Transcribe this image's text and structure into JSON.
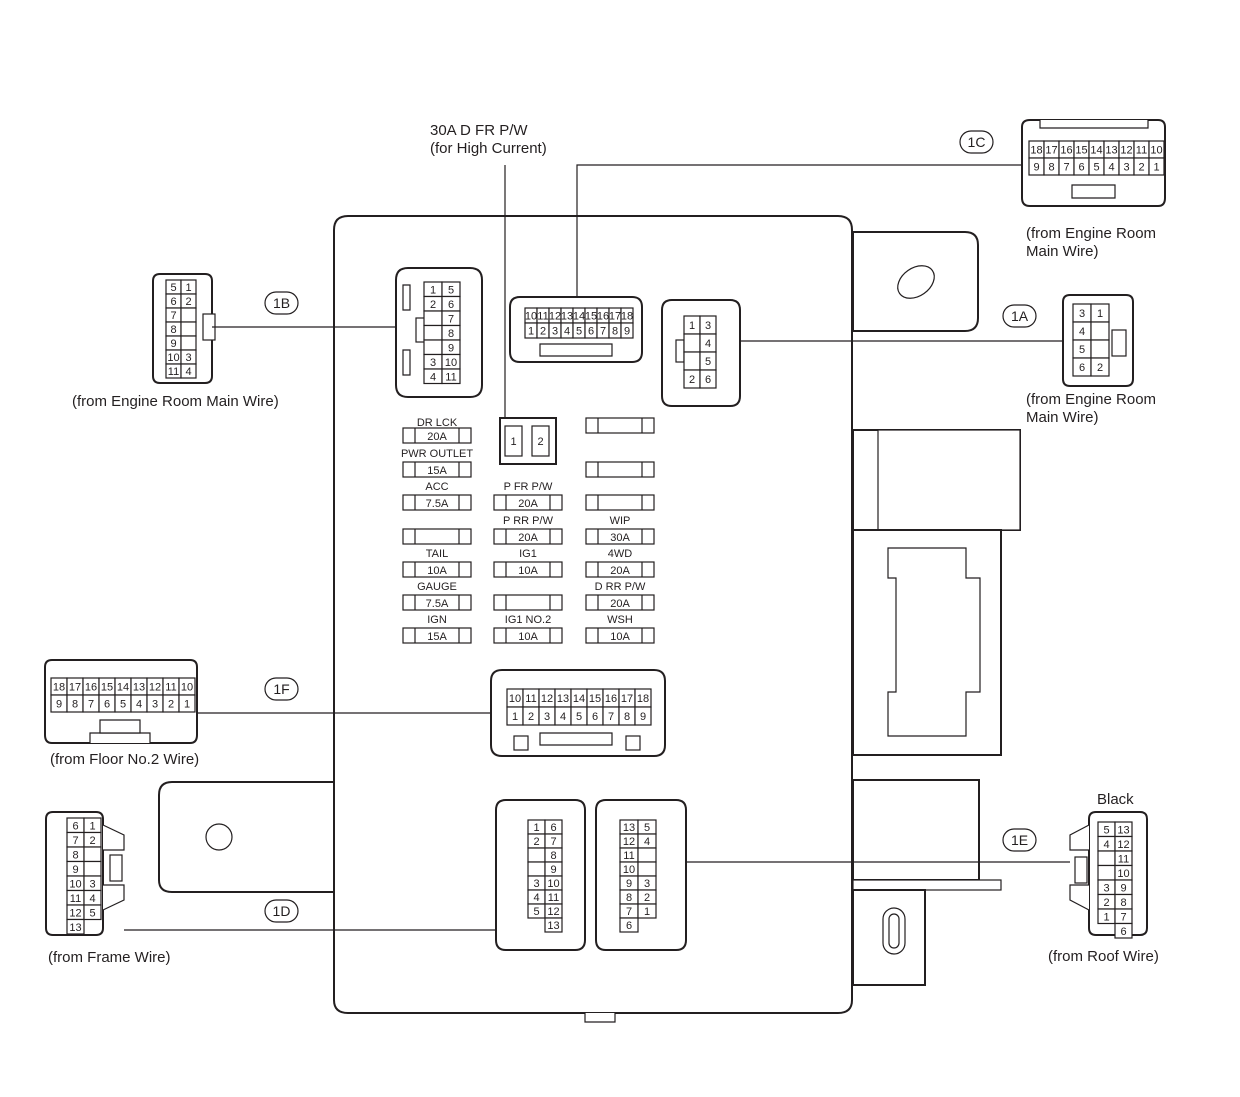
{
  "labels": {
    "relay_name": "30A D FR P/W",
    "relay_note": "(for High Current)",
    "c1c_src_1": "(from Engine Room",
    "c1c_src_2": "Main Wire)",
    "c1a_src_1": "(from Engine Room",
    "c1a_src_2": "Main Wire)",
    "c1b_src": "(from Engine Room Main Wire)",
    "c1f_src": "(from Floor No.2 Wire)",
    "c1d_src": "(from Frame Wire)",
    "c1e_src": "(from Roof Wire)",
    "c1e_color": "Black"
  },
  "connector_ids": {
    "c1a": "1A",
    "c1b": "1B",
    "c1c": "1C",
    "c1d": "1D",
    "c1e": "1E",
    "c1f": "1F"
  },
  "relay_pins": [
    "1",
    "2"
  ],
  "fuses": [
    {
      "name": "DR LCK",
      "amp": "20A"
    },
    {
      "name": "PWR OUTLET",
      "amp": "15A"
    },
    {
      "name": "ACC",
      "amp": "7.5A"
    },
    {
      "name": "",
      "amp": ""
    },
    {
      "name": "TAIL",
      "amp": "10A"
    },
    {
      "name": "GAUGE",
      "amp": "7.5A"
    },
    {
      "name": "IGN",
      "amp": "15A"
    },
    {
      "name": "P FR P/W",
      "amp": "20A"
    },
    {
      "name": "P RR P/W",
      "amp": "20A"
    },
    {
      "name": "IG1",
      "amp": "10A"
    },
    {
      "name": "",
      "amp": ""
    },
    {
      "name": "IG1 NO.2",
      "amp": "10A"
    },
    {
      "name": "",
      "amp": ""
    },
    {
      "name": "",
      "amp": ""
    },
    {
      "name": "",
      "amp": ""
    },
    {
      "name": "WIP",
      "amp": "30A"
    },
    {
      "name": "4WD",
      "amp": "20A"
    },
    {
      "name": "D RR P/W",
      "amp": "20A"
    },
    {
      "name": "WSH",
      "amp": "10A"
    }
  ],
  "pins": {
    "c1c_top": [
      "18",
      "17",
      "16",
      "15",
      "14",
      "13",
      "12",
      "11",
      "10"
    ],
    "c1c_bot": [
      "9",
      "8",
      "7",
      "6",
      "5",
      "4",
      "3",
      "2",
      "1"
    ],
    "box_1c_top": [
      "10",
      "11",
      "12",
      "13",
      "14",
      "15",
      "16",
      "17",
      "18"
    ],
    "box_1c_bot": [
      "1",
      "2",
      "3",
      "4",
      "5",
      "6",
      "7",
      "8",
      "9"
    ],
    "box_1f_top": [
      "10",
      "11",
      "12",
      "13",
      "14",
      "15",
      "16",
      "17",
      "18"
    ],
    "box_1f_bot": [
      "1",
      "2",
      "3",
      "4",
      "5",
      "6",
      "7",
      "8",
      "9"
    ],
    "c1f_top": [
      "18",
      "17",
      "16",
      "15",
      "14",
      "13",
      "12",
      "11",
      "10"
    ],
    "c1f_bot": [
      "9",
      "8",
      "7",
      "6",
      "5",
      "4",
      "3",
      "2",
      "1"
    ],
    "c1b_left": [
      "5",
      "6",
      "7",
      "8",
      "9",
      "10",
      "11"
    ],
    "c1b_right": [
      "1",
      "2",
      "",
      "",
      "",
      "3",
      "4"
    ],
    "box_1b_left": [
      "1",
      "2",
      "",
      "",
      "",
      "3",
      "4"
    ],
    "box_1b_right": [
      "5",
      "6",
      "7",
      "8",
      "9",
      "10",
      "11"
    ],
    "box_1a_left": [
      "1",
      "",
      "",
      "2"
    ],
    "box_1a_right": [
      "3",
      "4",
      "5",
      "6"
    ],
    "c1a_left": [
      "3",
      "4",
      "5",
      "6"
    ],
    "c1a_right": [
      "1",
      "",
      "",
      "2"
    ],
    "box_1d_left": [
      "1",
      "2",
      "",
      "",
      "3",
      "4",
      "5"
    ],
    "box_1d_right": [
      "6",
      "7",
      "8",
      "9",
      "10",
      "11",
      "12",
      "13"
    ],
    "c1d_left": [
      "6",
      "7",
      "8",
      "9",
      "10",
      "11",
      "12",
      "13"
    ],
    "c1d_right": [
      "1",
      "2",
      "",
      "",
      "3",
      "4",
      "5"
    ],
    "box_1e_left": [
      "13",
      "12",
      "11",
      "10",
      "9",
      "8",
      "7",
      "6"
    ],
    "box_1e_right": [
      "5",
      "4",
      "",
      "",
      "3",
      "2",
      "1"
    ],
    "c1e_left": [
      "5",
      "4",
      "",
      "",
      "3",
      "2",
      "1"
    ],
    "c1e_right": [
      "13",
      "12",
      "11",
      "10",
      "9",
      "8",
      "7",
      "6"
    ]
  }
}
